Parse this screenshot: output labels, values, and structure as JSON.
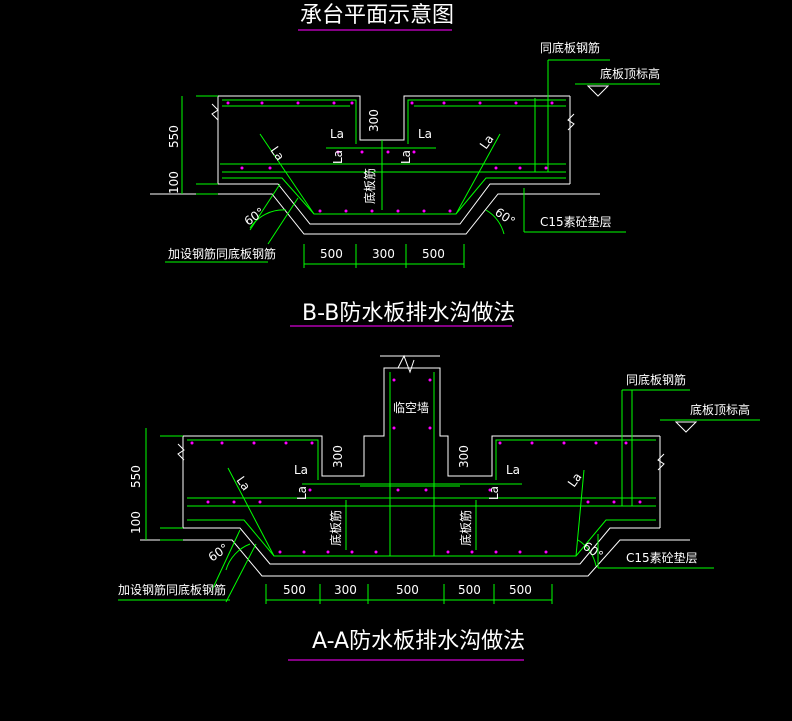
{
  "colors": {
    "background": "#000000",
    "concrete_lines": "#ffffff",
    "rebar_lines": "#00ff00",
    "rebar_dots": "#ff00ff",
    "title_underline": "#b000b0",
    "text": "#ffffff"
  },
  "top": {
    "title": "承台平面示意图"
  },
  "bb": {
    "title": "B-B防水板排水沟做法",
    "dims": [
      "500",
      "300",
      "500"
    ],
    "height_550": "550",
    "height_100": "100",
    "height_300": "300",
    "la_labels": [
      "La",
      "La",
      "La",
      "La",
      "La",
      "La"
    ],
    "angle_left": "60°",
    "angle_right": "60°",
    "label_same_rebar": "同底板钢筋",
    "label_top_elev": "底板顶标高",
    "label_cushion": "C15素砼垫层",
    "label_extra_rebar": "加设钢筋同底板钢筋",
    "label_bottom_rebar": "底板筋"
  },
  "aa": {
    "title": "A-A防水板排水沟做法",
    "dims": [
      "500",
      "300",
      "500",
      "500",
      "500"
    ],
    "height_550": "550",
    "height_100": "100",
    "height_300_left": "300",
    "height_300_right": "300",
    "la_labels": [
      "La",
      "La",
      "La",
      "La",
      "La",
      "La"
    ],
    "angle_left": "60°",
    "angle_right": "60°",
    "label_wall": "临空墙",
    "label_same_rebar": "同底板钢筋",
    "label_top_elev": "底板顶标高",
    "label_cushion": "C15素砼垫层",
    "label_extra_rebar": "加设钢筋同底板钢筋",
    "label_bottom_rebar_1": "底板筋",
    "label_bottom_rebar_2": "底板筋"
  }
}
